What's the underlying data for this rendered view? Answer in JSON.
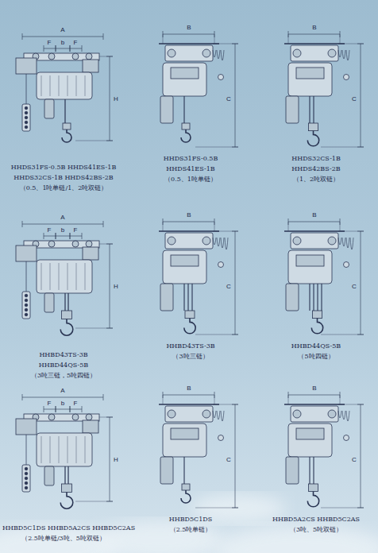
{
  "diagram": {
    "labels": [
      "A",
      "F",
      "b",
      "F",
      "H",
      "HHDS31FS-0.5B HHDS41ES-1B",
      "HHDS32CS-1B HHDS42BS-2B",
      "（0.5、1吨单链/1、2吨双链）",
      "B",
      "C",
      "HHDS31FS-0.5B",
      "HHDS41ES-1B",
      "（0.5、1吨单链）",
      "B",
      "C",
      "HHDS32CS-1B",
      "HHDS42BS-2B",
      "（1、2吨双链）",
      "A",
      "F",
      "b",
      "F",
      "H",
      "HHBD43TS-3B",
      "HHBD44QS-5B",
      "（3吨三链，5吨四链）",
      "B",
      "C",
      "HHBD43TS-3B",
      "（3吨三链）",
      "B",
      "C",
      "HHBD44QS-5B",
      "（5吨四链）",
      "A",
      "F",
      "b",
      "F",
      "H",
      "HHBD5C1DS HHBD5A2CS HHBD5C2AS",
      "（2.5吨单链/3吨、5吨双链）",
      "B",
      "C",
      "HHBD5C1DS",
      "（2.5吨单链）",
      "B",
      "C",
      "HHBD5A2CS HHBD5C2AS",
      "（3吨、5吨双链）"
    ]
  }
}
